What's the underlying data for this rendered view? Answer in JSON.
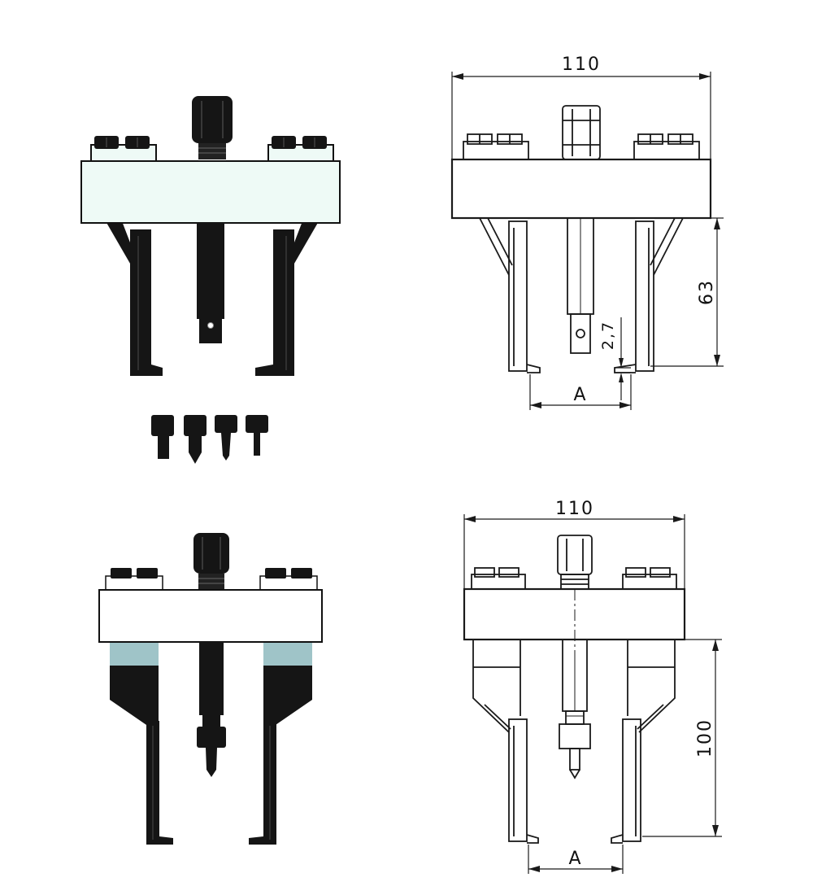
{
  "drawings": {
    "top": {
      "width_label": "110",
      "height_label": "63",
      "gap_label": "2,7",
      "span_label": "A"
    },
    "bottom": {
      "width_label": "110",
      "height_label": "100",
      "span_label": "A"
    }
  },
  "colors": {
    "top_crossbar": "#eefaf6",
    "bottom_crossbar": "#ffffff",
    "bottom_leg_band": "#9fc4c8",
    "metal_dark": "#151515",
    "line": "#1a1a1a"
  }
}
